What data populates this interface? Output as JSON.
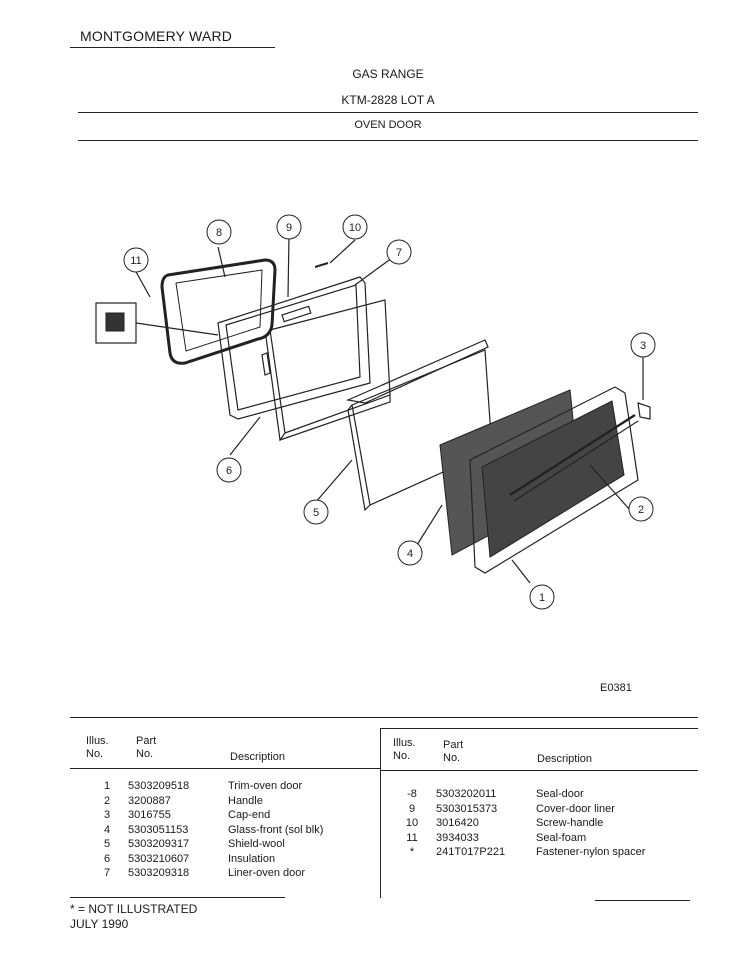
{
  "header": {
    "brand": "MONTGOMERY WARD",
    "product": "GAS RANGE",
    "model": "KTM-2828 LOT A",
    "section": "OVEN DOOR"
  },
  "diagram": {
    "code": "E0381",
    "callouts": [
      "1",
      "2",
      "3",
      "4",
      "5",
      "6",
      "7",
      "8",
      "9",
      "10",
      "11"
    ]
  },
  "table": {
    "col_illus_1": "Illus.",
    "col_illus_2": "No.",
    "col_part_1": "Part",
    "col_part_2": "No.",
    "col_desc": "Description",
    "left_rows": [
      {
        "illus": "1",
        "part": "5303209518",
        "desc": "Trim-oven door"
      },
      {
        "illus": "2",
        "part": "3200887",
        "desc": "Handle"
      },
      {
        "illus": "3",
        "part": "3016755",
        "desc": "Cap-end"
      },
      {
        "illus": "4",
        "part": "5303051153",
        "desc": "Glass-front (sol blk)"
      },
      {
        "illus": "5",
        "part": "5303209317",
        "desc": "Shield-wool"
      },
      {
        "illus": "6",
        "part": "5303210607",
        "desc": "Insulation"
      },
      {
        "illus": "7",
        "part": "5303209318",
        "desc": "Liner-oven door"
      }
    ],
    "right_rows": [
      {
        "illus": "-8",
        "part": "5303202011",
        "desc": "Seal-door"
      },
      {
        "illus": "9",
        "part": "5303015373",
        "desc": "Cover-door liner"
      },
      {
        "illus": "10",
        "part": "3016420",
        "desc": "Screw-handle"
      },
      {
        "illus": "11",
        "part": "3934033",
        "desc": "Seal-foam"
      },
      {
        "illus": "*",
        "part": "241T017P221",
        "desc": "Fastener-nylon spacer"
      }
    ]
  },
  "footer": {
    "note": "* = NOT ILLUSTRATED",
    "date": "JULY 1990"
  }
}
